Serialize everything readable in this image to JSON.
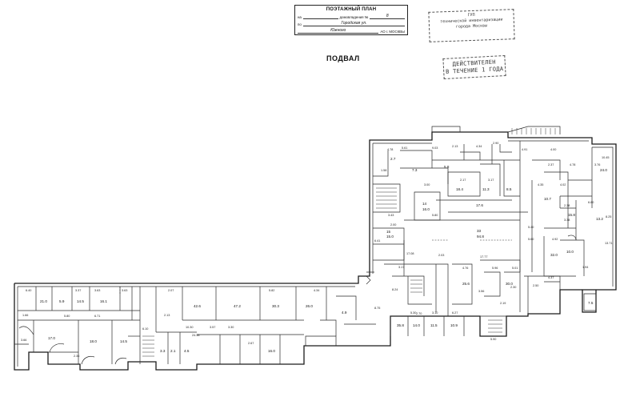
{
  "title_block": {
    "title": "ПОЭТАЖНЫЙ ПЛАН",
    "row1_prefix": "на",
    "row1_label": "домовладения №",
    "row1_value": "8",
    "row2_prefix": "по",
    "row2_value": "Городская ул.",
    "row3_value": "Южного",
    "row3_suffix": "АО г. МОСКВЫ"
  },
  "stamp_1": {
    "line1": "ГУП",
    "line2": "технической инвентаризации",
    "line3": "города Москвы"
  },
  "stamp_2": {
    "line1": "ДЕЙСТВИТЕЛЕН",
    "line2": "В ТЕЧЕНИЕ 1 ГОДА"
  },
  "floor_label": "ПОДВАЛ",
  "rooms": [
    {
      "num": "",
      "area": "21.0"
    },
    {
      "num": "",
      "area": "5.9"
    },
    {
      "num": "",
      "area": "14.5"
    },
    {
      "num": "",
      "area": "16.1"
    },
    {
      "num": "",
      "area": "42.6"
    },
    {
      "num": "",
      "area": "47.2"
    },
    {
      "num": "",
      "area": "30.3"
    },
    {
      "num": "",
      "area": "26.0"
    },
    {
      "num": "",
      "area": "4.9"
    },
    {
      "num": "",
      "area": "17.0"
    },
    {
      "num": "",
      "area": "18.0"
    },
    {
      "num": "",
      "area": "14.5"
    },
    {
      "num": "",
      "area": "3.3"
    },
    {
      "num": "",
      "area": "2.1"
    },
    {
      "num": "",
      "area": "4.5"
    },
    {
      "num": "",
      "area": "16.0"
    },
    {
      "num": "14",
      "area": "16.0"
    },
    {
      "num": "15",
      "area": "15.0"
    },
    {
      "num": "33",
      "area": "94.8"
    },
    {
      "num": "",
      "area": "18.4"
    },
    {
      "num": "",
      "area": "11.3"
    },
    {
      "num": "",
      "area": "8.5"
    },
    {
      "num": "",
      "area": "17.6"
    },
    {
      "num": "",
      "area": "7.3"
    },
    {
      "num": "",
      "area": "5.8"
    },
    {
      "num": "",
      "area": "2.7"
    },
    {
      "num": "",
      "area": "32.0"
    },
    {
      "num": "",
      "area": "10.0"
    },
    {
      "num": "",
      "area": "10.7"
    },
    {
      "num": "",
      "area": "15.8"
    },
    {
      "num": "",
      "area": "13.2"
    },
    {
      "num": "",
      "area": "24.0"
    },
    {
      "num": "",
      "area": "35.8"
    },
    {
      "num": "",
      "area": "14.0"
    },
    {
      "num": "",
      "area": "11.5"
    },
    {
      "num": "",
      "area": "10.9"
    },
    {
      "num": "",
      "area": "25.6"
    },
    {
      "num": "",
      "area": "30.0"
    },
    {
      "num": "",
      "area": "7.5"
    }
  ],
  "dims": [
    "6.40",
    "3.37",
    "3.63",
    "3.63",
    "2.07",
    "5.82",
    "4.34",
    "4.78",
    "5.61",
    "9.03",
    "2.13",
    "4.34",
    "2.90",
    "4.91",
    "4.00",
    "1.58",
    "3.00",
    "2.17",
    "3.17",
    "2.37",
    "4.78",
    "3.76",
    "4.02",
    "4.35",
    "5.80",
    "3.43",
    "2.00",
    "6.41",
    "17.08",
    "2.03",
    "5.96",
    "4.76",
    "5.01",
    "3.17",
    "3.56",
    "8.24",
    "8.75",
    "1.94",
    "13.71",
    "4.92",
    "5.60",
    "5.40",
    "8.25",
    "10.45",
    "6.80",
    "2.38",
    "3.38",
    "4.37",
    "2.50",
    "2.30",
    "5.90",
    "3.10",
    "5.30",
    "6.27",
    "17.77",
    "2.19",
    "2.70",
    "24.38",
    "10.30",
    "3.57",
    "3.30",
    "2.67",
    "6.10",
    "1.66",
    "5.80",
    "6.71",
    "2.13",
    "3.66",
    "2.36"
  ]
}
